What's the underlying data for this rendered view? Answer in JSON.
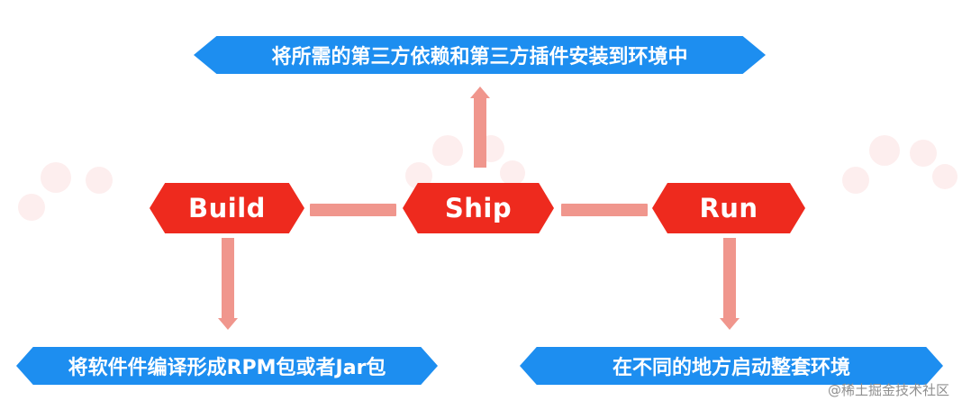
{
  "nodes": {
    "build": "Build",
    "ship": "Ship",
    "run": "Run"
  },
  "descriptions": {
    "ship": "将所需的第三方依赖和第三方插件安装到环境中",
    "build": "将软件件编译形成RPM包或者Jar包",
    "run": "在不同的地方启动整套环境"
  },
  "watermark": "@稀土掘金技术社区",
  "colors": {
    "node": "#ee2a1e",
    "connector": "#f0968d",
    "pill": "#1d8ef0",
    "dots": "#fdeaea"
  }
}
